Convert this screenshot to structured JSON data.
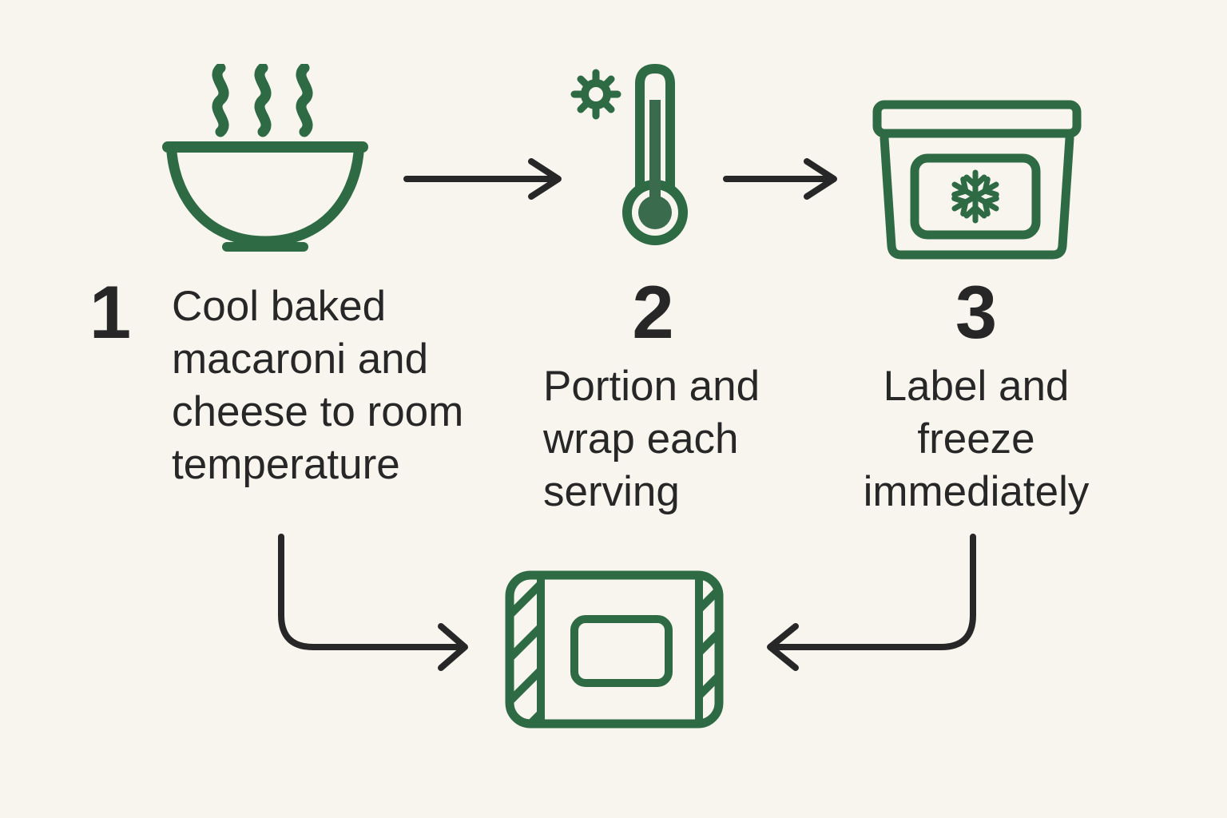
{
  "palette": {
    "background": "#f7f5ee",
    "green": "#2e6a43",
    "green-fill": "#3a6b4c",
    "ink": "#272727"
  },
  "steps": [
    {
      "number": "1",
      "icon": "steaming-bowl-icon",
      "label": "Cool baked\nmacaroni and\ncheese to room\ntemperature"
    },
    {
      "number": "2",
      "icon": "thermometer-sun-icon",
      "label": "Portion and\nwrap each\nserving"
    },
    {
      "number": "3",
      "icon": "freezer-container-snowflake-icon",
      "label": "Label and\nfreeze\nimmediately"
    }
  ],
  "result": {
    "icon": "wrapped-frozen-package-icon"
  },
  "flow": {
    "arrows": [
      "step-1-to-step-2",
      "step-2-to-step-3",
      "step-1-to-package",
      "step-3-to-package"
    ]
  }
}
